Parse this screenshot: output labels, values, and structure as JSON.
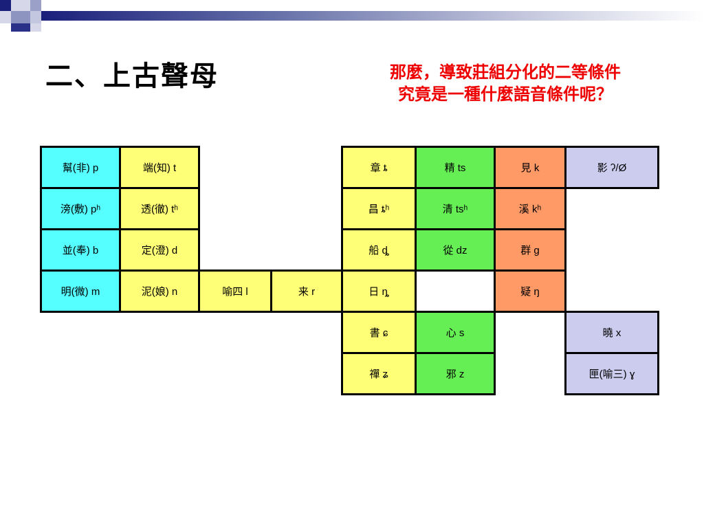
{
  "slide": {
    "title": "二、上古聲母",
    "question_line1": "那麼，導致莊組分化的二等條件",
    "question_line2": "究竟是一種什麼語音條件呢？"
  },
  "colors": {
    "labial": "#55ffff",
    "dental": "#ffff77",
    "sibilant": "#66ee55",
    "velar": "#ff9966",
    "glottal": "#ccccee",
    "question_text": "#ee0000",
    "banner_dark": "#1a1f7a"
  },
  "table": {
    "cells": {
      "bang": "幫(非) p",
      "duan": "端(知) t",
      "zhang": "章 ȶ",
      "jing": "精 ts",
      "jian": "見 k",
      "ying": "影 ʔ/Ø",
      "pang": "滂(敷) pʰ",
      "tou": "透(徹) tʰ",
      "chang": "昌 ȶʰ",
      "qing": "清 tsʰ",
      "xi": "溪 kʰ",
      "bing": "並(奉) b",
      "ding": "定(澄) d",
      "chuan": "船 ȡ",
      "cong": "從 dz",
      "qun": "群 g",
      "ming": "明(微) m",
      "ni": "泥(娘) n",
      "yu4": "喻四 l",
      "lai": "来 r",
      "ri": "日 ȵ",
      "yi": "疑 ŋ",
      "shu": "書 ɕ",
      "xin": "心 s",
      "xiao": "曉 x",
      "chan": "禪 ʑ",
      "xie": "邪 z",
      "xia": "匣(喻三) ɣ"
    }
  }
}
